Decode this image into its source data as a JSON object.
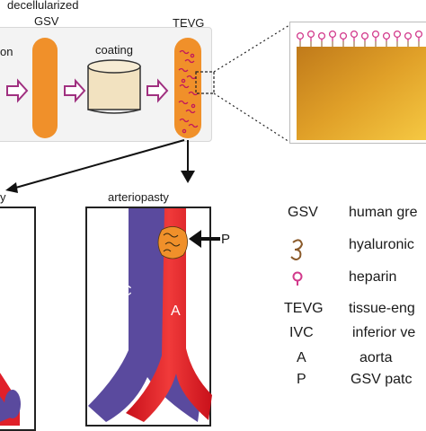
{
  "top_row": {
    "left_label": "on",
    "gsv_label_1": "decellularized",
    "gsv_label_2": "GSV",
    "coating_label": "coating",
    "tevg_label": "TEVG"
  },
  "bottom_row": {
    "left_panel_label": "y",
    "middle_panel_label": "arteriopasty",
    "p_label": "P",
    "ivc_label": "IVC",
    "a_label": "A"
  },
  "legend": {
    "items": [
      {
        "abbr": "GSV",
        "desc": "human gre"
      },
      {
        "abbr": "",
        "desc": "hyaluronic"
      },
      {
        "abbr": "",
        "desc": "heparin"
      },
      {
        "abbr": "TEVG",
        "desc": "tissue-eng"
      },
      {
        "abbr": "IVC",
        "desc": "inferior ve"
      },
      {
        "abbr": "A",
        "desc": "aorta"
      },
      {
        "abbr": "P",
        "desc": "GSV patc"
      }
    ]
  },
  "colors": {
    "orange": "#f0902a",
    "gold": "#d9a024",
    "ivc_purple": "#5a4a9e",
    "aorta_red": "#e0202a",
    "arrow_purple": "#a03080",
    "heparin_pink": "#d23a8c"
  }
}
